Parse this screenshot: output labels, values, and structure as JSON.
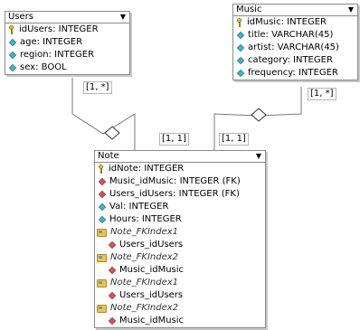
{
  "tables": {
    "users": {
      "name": "Users",
      "columns": [
        {
          "text": "idUsers: INTEGER",
          "icon": "key"
        },
        {
          "text": "age: INTEGER",
          "icon": "cyan"
        },
        {
          "text": "region: INTEGER",
          "icon": "cyan"
        },
        {
          "text": "sex: BOOL",
          "icon": "cyan"
        }
      ]
    },
    "music": {
      "name": "Music",
      "columns": [
        {
          "text": "idMusic: INTEGER",
          "icon": "key"
        },
        {
          "text": "title: VARCHAR(45)",
          "icon": "cyan"
        },
        {
          "text": "artist: VARCHAR(45)",
          "icon": "cyan"
        },
        {
          "text": "category: INTEGER",
          "icon": "cyan"
        },
        {
          "text": "frequency: INTEGER",
          "icon": "cyan"
        }
      ]
    },
    "note": {
      "name": "Note",
      "columns": [
        {
          "text": "idNote: INTEGER",
          "icon": "key"
        },
        {
          "text": "Music_idMusic: INTEGER (FK)",
          "icon": "red"
        },
        {
          "text": "Users_idUsers: INTEGER (FK)",
          "icon": "red"
        },
        {
          "text": "Val: INTEGER",
          "icon": "cyan"
        },
        {
          "text": "Hours: INTEGER",
          "icon": "cyan"
        }
      ],
      "indexes": [
        {
          "name": "Note_FKIndex1",
          "column": "Users_idUsers"
        },
        {
          "name": "Note_FKIndex2",
          "column": "Music_idMusic"
        },
        {
          "name": "Note_FKIndex1",
          "column": "Users_idUsers"
        },
        {
          "name": "Note_FKIndex2",
          "column": "Music_idMusic"
        }
      ]
    }
  },
  "relations": {
    "users_many": "[1, *]",
    "users_one": "[1, 1]",
    "music_one": "[1, 1]",
    "music_many": "[1, *]"
  },
  "icons": {
    "dropdown": "chevron-down-icon",
    "primary_key": "key-icon",
    "column": "cyan-diamond-icon",
    "foreign_key": "red-diamond-icon",
    "index": "folder-index-icon"
  },
  "colors": {
    "column_diamond": "#44b5c9",
    "fk_diamond": "#d9555a",
    "border": "#8a8a8a"
  }
}
